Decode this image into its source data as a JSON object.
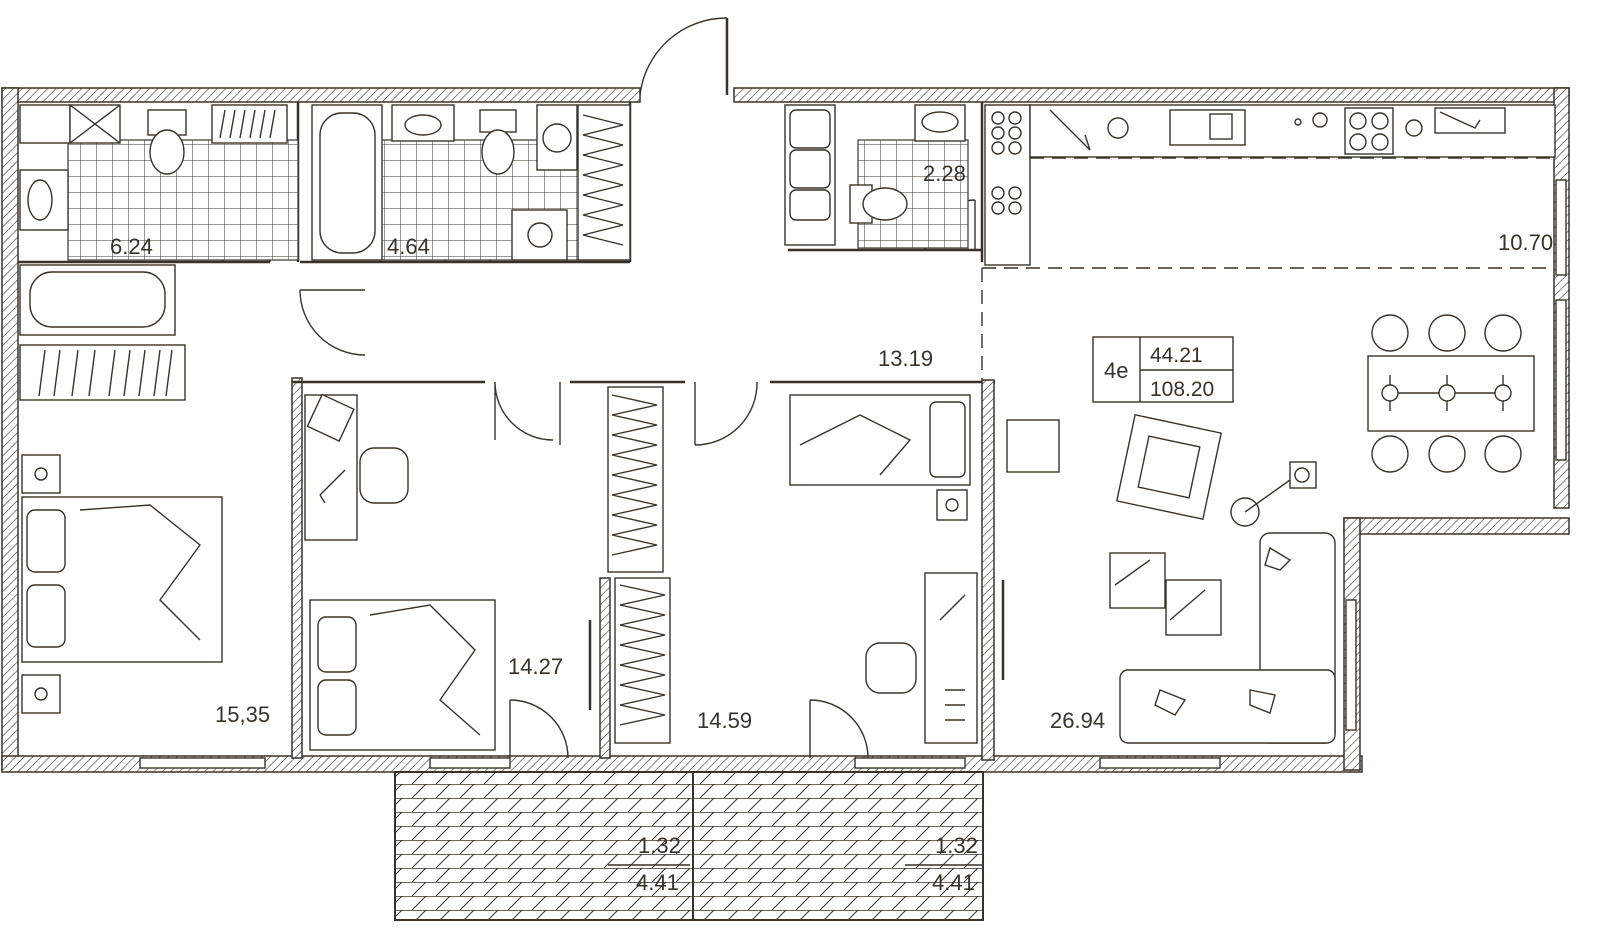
{
  "apartment": {
    "type_code": "4е",
    "living_area": "44.21",
    "total_area": "108.20"
  },
  "rooms": [
    {
      "id": "bath-left",
      "area": "6.24"
    },
    {
      "id": "bath-middle",
      "area": "4.64"
    },
    {
      "id": "wc-right",
      "area": "2.28"
    },
    {
      "id": "kitchen",
      "area": "10.70"
    },
    {
      "id": "hall",
      "area": "13.19"
    },
    {
      "id": "bedroom-left",
      "area": "15,35"
    },
    {
      "id": "bedroom-middle",
      "area": "14.27"
    },
    {
      "id": "bedroom-right",
      "area": "14.59"
    },
    {
      "id": "living",
      "area": "26.94"
    }
  ],
  "balconies": [
    {
      "id": "balcony-left",
      "area": "1.32",
      "full_area": "4.41"
    },
    {
      "id": "balcony-right",
      "area": "1.32",
      "full_area": "4.41"
    }
  ],
  "colors": {
    "line": "#3a3228",
    "background": "#ffffff"
  }
}
